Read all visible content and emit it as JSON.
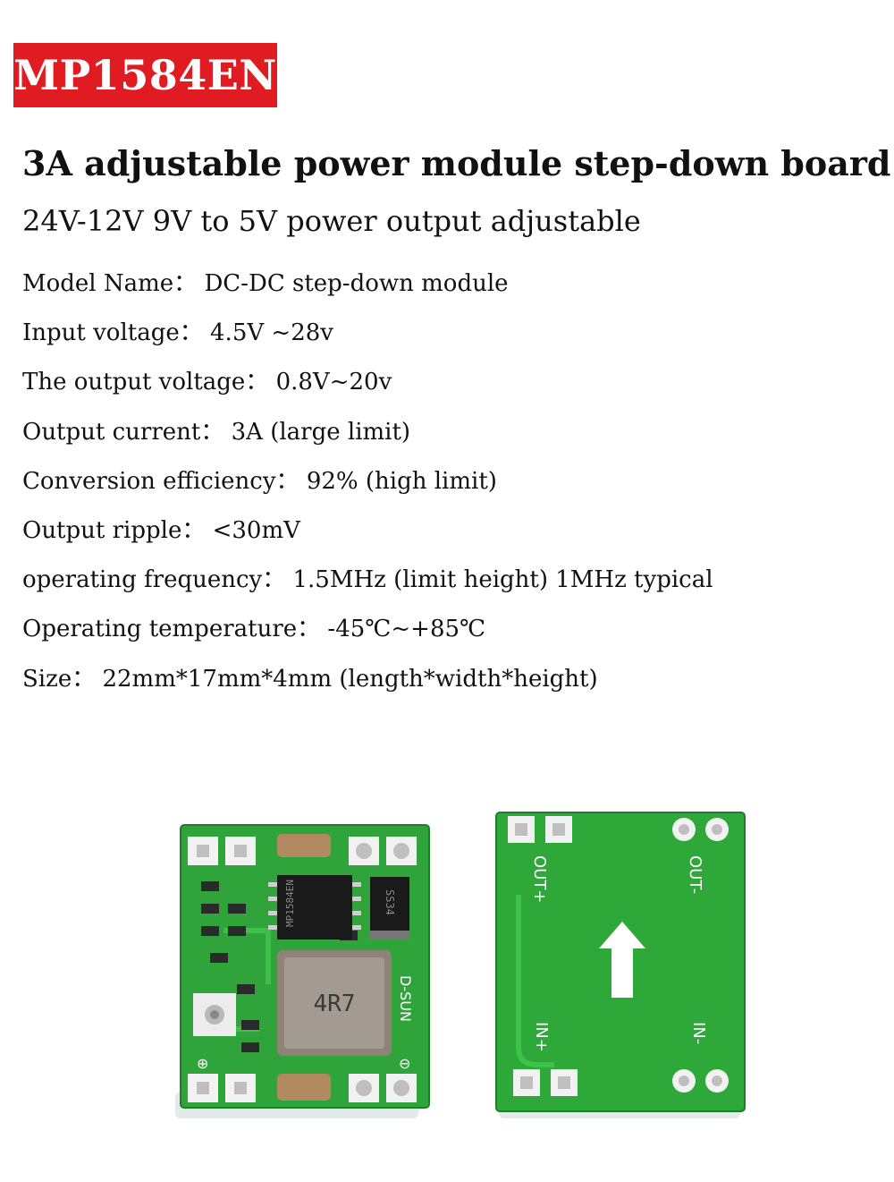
{
  "badge": "MP1584EN",
  "headline": "3A adjustable power module step-down board",
  "subline": "24V-12V 9V to 5V power output adjustable",
  "specs": [
    "Model Name：  DC-DC step-down module",
    "Input voltage：  4.5V ~28v",
    "The output voltage：  0.8V~20v",
    "Output current：  3A (large limit)",
    "Conversion efficiency：  92% (high limit)",
    "Output ripple：  <30mV",
    "operating frequency：  1.5MHz (limit height) 1MHz typical",
    "Operating temperature：  -45℃~+85℃",
    "Size：  22mm*17mm*4mm (length*width*height)"
  ],
  "board_front": {
    "chip_text": "MP1584EN",
    "inductor_text": "4R7",
    "diode_text": "SS34",
    "brand_text": "D-SUN",
    "plus_symbol": "⊕",
    "minus_symbol": "⊖"
  },
  "board_back": {
    "out_plus": "OUT+",
    "out_minus": "OUT-",
    "in_plus": "IN+",
    "in_minus": "IN-"
  },
  "colors": {
    "badge_bg": "#e01c22",
    "pcb_green": "#2fa83a",
    "pcb_edge": "#dfe8e6"
  }
}
